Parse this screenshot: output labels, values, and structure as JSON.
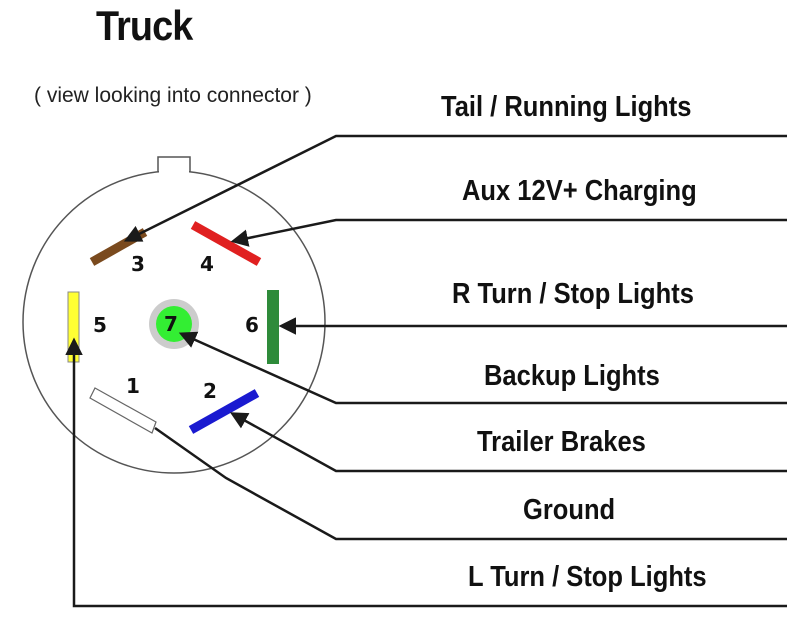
{
  "title": "Truck",
  "subtitle": "( view looking into connector )",
  "colors": {
    "brown": "#7a4a1e",
    "red": "#e02020",
    "yellow": "#ffff33",
    "green": "#2e8b3a",
    "blue": "#1a1ad0",
    "white": "#ffffff",
    "light_green": "#33ee33",
    "line": "#1a1a1a"
  },
  "pins": [
    {
      "number": "1",
      "color": "white",
      "function": "Ground"
    },
    {
      "number": "2",
      "color": "blue",
      "function": "Trailer Brakes"
    },
    {
      "number": "3",
      "color": "brown",
      "function": "Tail / Running Lights"
    },
    {
      "number": "4",
      "color": "red",
      "function": "Aux 12V+ Charging"
    },
    {
      "number": "5",
      "color": "yellow",
      "function": "L Turn / Stop Lights"
    },
    {
      "number": "6",
      "color": "green",
      "function": "R Turn / Stop Lights"
    },
    {
      "number": "7",
      "color": "light_green",
      "function": "Backup Lights"
    }
  ],
  "labels": [
    "Tail / Running Lights",
    "Aux 12V+ Charging",
    "R Turn / Stop Lights",
    "Backup Lights",
    "Trailer Brakes",
    "Ground",
    "L Turn / Stop Lights"
  ]
}
